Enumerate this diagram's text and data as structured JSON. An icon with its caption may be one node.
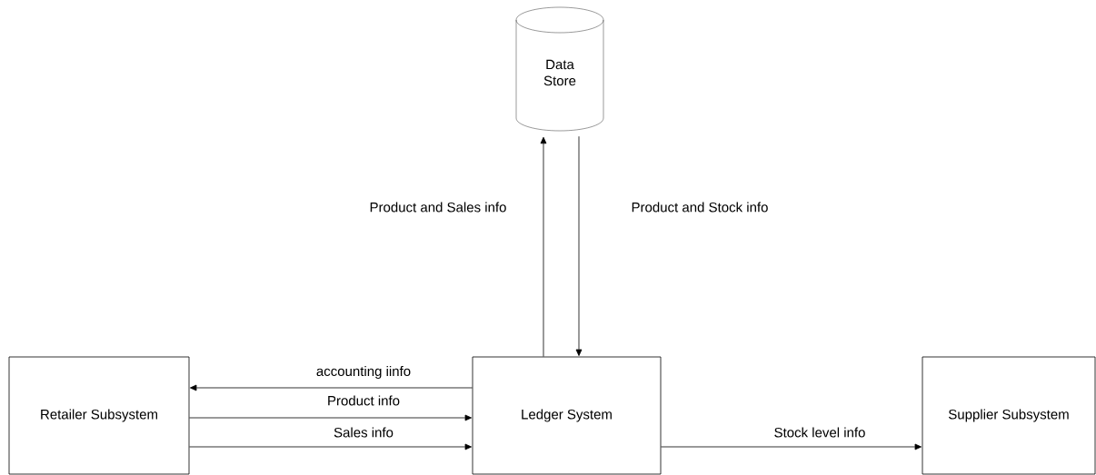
{
  "diagram": {
    "nodes": [
      {
        "text": [
          "Data Store"
        ]
      },
      {
        "text": [
          "Retailer Subsystem"
        ]
      },
      {
        "text": [
          "Ledger System"
        ]
      },
      {
        "text": [
          "Supplier Subsystem"
        ]
      }
    ],
    "edges": [
      {
        "from": 2,
        "to": 0,
        "arrow": "to",
        "label": "Product and Sales info"
      },
      {
        "from": 0,
        "to": 2,
        "arrow": "to",
        "label": "Product and Stock info"
      },
      {
        "from": 2,
        "to": 1,
        "arrow": "to",
        "label": "accounting iinfo"
      },
      {
        "from": 1,
        "to": 2,
        "arrow": "to",
        "label": "Product info"
      },
      {
        "from": 1,
        "to": 2,
        "arrow": "to",
        "label": "Sales info"
      },
      {
        "from": 2,
        "to": 3,
        "arrow": "to",
        "label": "Stock level info"
      }
    ]
  }
}
